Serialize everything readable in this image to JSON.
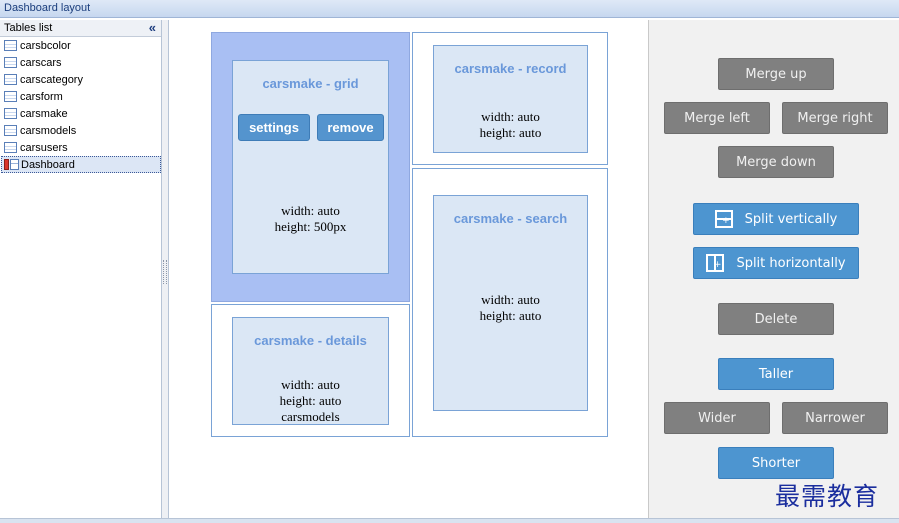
{
  "window": {
    "title": "Dashboard layout"
  },
  "sidebar": {
    "header": "Tables list",
    "collapse_icon": "«",
    "items": [
      {
        "label": "carsbcolor",
        "icon": "table-icon"
      },
      {
        "label": "carscars",
        "icon": "table-icon"
      },
      {
        "label": "carscategory",
        "icon": "table-icon"
      },
      {
        "label": "carsform",
        "icon": "table-icon"
      },
      {
        "label": "carsmake",
        "icon": "table-icon"
      },
      {
        "label": "carsmodels",
        "icon": "table-icon"
      },
      {
        "label": "carsusers",
        "icon": "table-icon"
      },
      {
        "label": "Dashboard",
        "icon": "dashboard-icon",
        "selected": true
      }
    ]
  },
  "canvas": {
    "grid": {
      "title": "carsmake - grid",
      "settings_label": "settings",
      "remove_label": "remove",
      "width": "width: auto",
      "height": "height: 500px"
    },
    "record": {
      "title": "carsmake - record",
      "width": "width: auto",
      "height": "height: auto"
    },
    "search": {
      "title": "carsmake - search",
      "width": "width: auto",
      "height": "height: auto"
    },
    "details": {
      "title": "carsmake - details",
      "width": "width: auto",
      "height": "height: auto",
      "table": "carsmodels"
    }
  },
  "actions": {
    "merge_up": "Merge up",
    "merge_left": "Merge left",
    "merge_right": "Merge right",
    "merge_down": "Merge down",
    "split_vertically": "Split vertically",
    "split_horizontally": "Split horizontally",
    "delete": "Delete",
    "taller": "Taller",
    "wider": "Wider",
    "narrower": "Narrower",
    "shorter": "Shorter"
  },
  "watermark": "最需教育",
  "colors": {
    "selected_panel": "#a9bff3",
    "widget_bg": "#dbe7f5",
    "widget_title": "#6a98da",
    "active_button": "#4d95d0",
    "disabled_button": "#808080"
  }
}
